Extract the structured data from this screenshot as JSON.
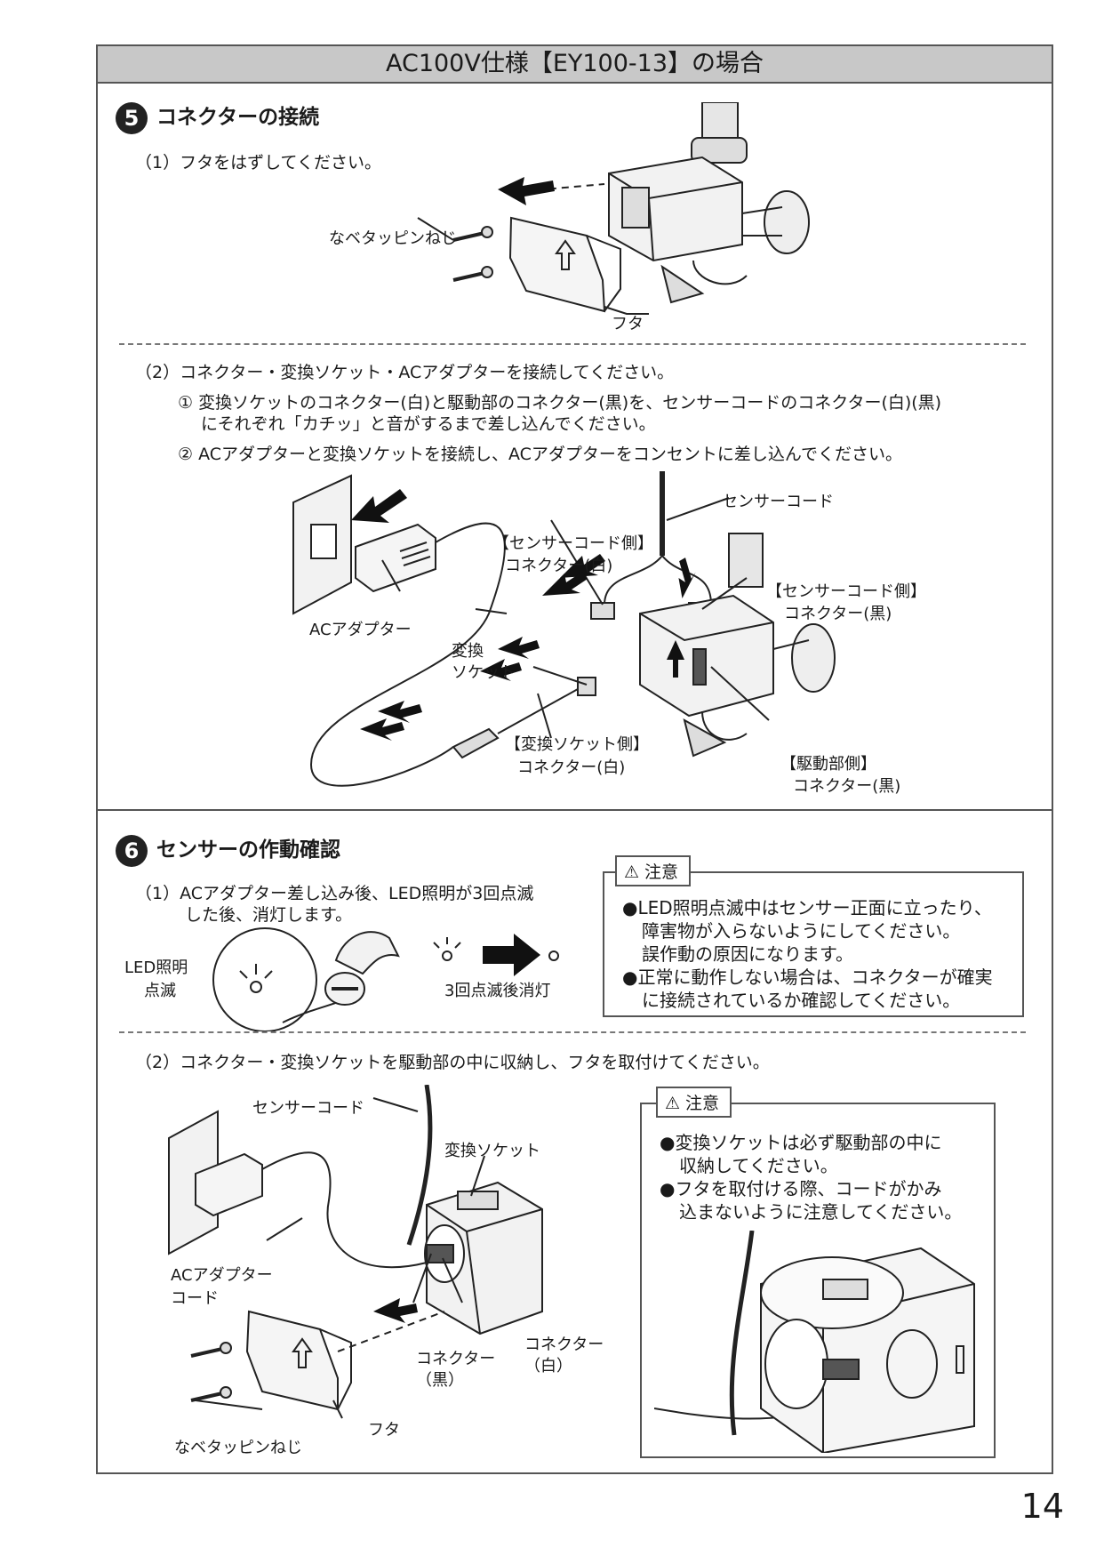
{
  "header": {
    "title": "AC100V仕様【EY100-13】の場合"
  },
  "section5": {
    "num": "5",
    "title": "コネクターの接続",
    "step1": "（1）フタをはずしてください。",
    "fig1": {
      "screw_label": "なベタッピンねじ",
      "cover_label": "フタ"
    },
    "step2": "（2）コネクター・変換ソケット・ACアダプターを接続してください。",
    "step2_sub1_l1": "① 変換ソケットのコネクター(白)と駆動部のコネクター(黒)を、センサーコードのコネクター(白)(黒)",
    "step2_sub1_l2": "にそれぞれ「カチッ」と音がするまで差し込んでください。",
    "step2_sub2": "② ACアダプターと変換ソケットを接続し、ACアダプターをコンセントに差し込んでください。",
    "fig2": {
      "sensor_cord": "センサーコード",
      "sensor_side_white_l1": "【センサーコード側】",
      "sensor_side_white_l2": "コネクター(白)",
      "sensor_side_black_l1": "【センサーコード側】",
      "sensor_side_black_l2": "コネクター(黒)",
      "ac_adapter": "ACアダプター",
      "socket_l1": "変換",
      "socket_l2": "ソケット",
      "socket_side_l1": "【変換ソケット側】",
      "socket_side_l2": "コネクター(白)",
      "drive_side_l1": "【駆動部側】",
      "drive_side_l2": "コネクター(黒)"
    }
  },
  "section6": {
    "num": "6",
    "title": "センサーの作動確認",
    "step1_l1": "（1）ACアダプター差し込み後、LED照明が3回点滅",
    "step1_l2": "した後、消灯します。",
    "led_l1": "LED照明",
    "led_l2": "点滅",
    "after_blink": "3回点滅後消灯",
    "caution1": {
      "tag": "注意",
      "l1": "●LED照明点滅中はセンサー正面に立ったり、",
      "l2": "障害物が入らないようにしてください。",
      "l3": "誤作動の原因になります。",
      "l4": "●正常に動作しない場合は、コネクターが確実",
      "l5": "に接続されているか確認してください。"
    },
    "step2": "（2）コネクター・変換ソケットを駆動部の中に収納し、フタを取付けてください。",
    "fig3": {
      "sensor_cord": "センサーコード",
      "socket": "変換ソケット",
      "ac_cord_l1": "ACアダプター",
      "ac_cord_l2": "コード",
      "conn_black_l1": "コネクター",
      "conn_black_l2": "（黒）",
      "conn_white_l1": "コネクター",
      "conn_white_l2": "（白）",
      "cover": "フタ",
      "screw": "なベタッピンねじ"
    },
    "caution2": {
      "tag": "注意",
      "l1": "●変換ソケットは必ず駆動部の中に",
      "l2": "収納してください。",
      "l3": "●フタを取付ける際、コードがかみ",
      "l4": "込まないように注意してください。"
    }
  },
  "page_number": "14"
}
